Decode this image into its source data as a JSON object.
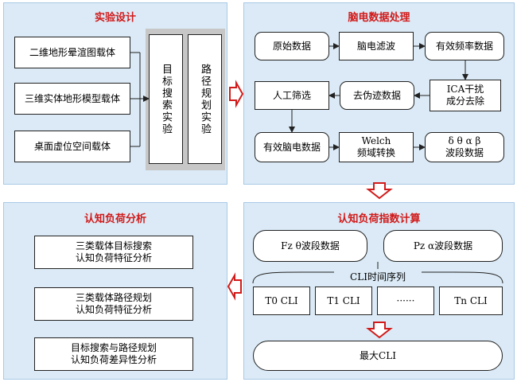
{
  "panels": {
    "design": {
      "title": "实验设计",
      "carriers": [
        "二维地形晕渲图载体",
        "三维实体地形模型载体",
        "桌面虚位空间载体"
      ],
      "experiments": [
        "目标搜索实验",
        "路径规划实验"
      ]
    },
    "eeg": {
      "title": "脑电数据处理",
      "steps": {
        "raw": "原始数据",
        "filter": "脑电滤波",
        "valid_freq": "有效频率数据",
        "ica": "ICA干扰\n成分去除",
        "deartifact": "去伪迹数据",
        "manual": "人工筛选",
        "valid_eeg": "有效脑电数据",
        "welch": "Welch\n频域转换",
        "bands": "δ θ α β\n波段数据"
      }
    },
    "cli": {
      "title": "认知负荷指数计算",
      "fz": "Fz θ波段数据",
      "pz": "Pz α波段数据",
      "series_label": "CLI时间序列",
      "t0": "T0    CLI",
      "t1": "T1    CLI",
      "dots": "······",
      "tn": "Tn  CLI",
      "max": "最大CLI"
    },
    "analysis": {
      "title": "认知负荷分析",
      "items": [
        "三类载体目标搜索\n认知负荷特征分析",
        "三类载体路径规划\n认知负荷特征分析",
        "目标搜索与路径规划\n认知负荷差异性分析"
      ]
    }
  },
  "colors": {
    "panel_bg": "#dbeaf6",
    "title": "#d11a1a",
    "arrow_fill": "#ffffff",
    "arrow_stroke": "#d11a1a"
  }
}
